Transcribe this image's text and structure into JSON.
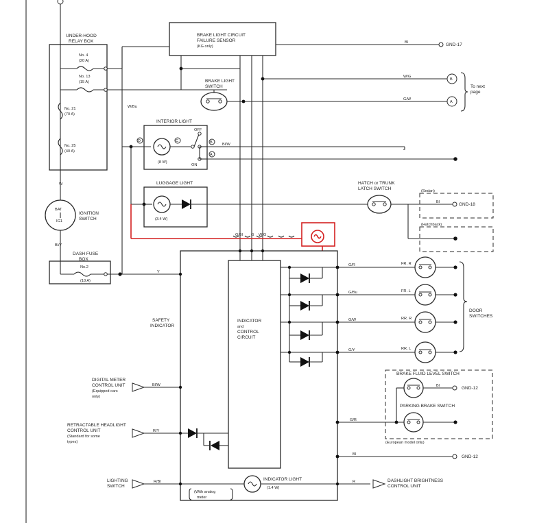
{
  "labels": {
    "relay_box": [
      "UNDER-HOOD",
      "RELAY BOX"
    ],
    "fuse_4": [
      "No. 4",
      "(20 A)"
    ],
    "fuse_13": [
      "No. 13",
      "(15 A)"
    ],
    "fuse_21": [
      "No. 21",
      "(70 A)"
    ],
    "fuse_25": [
      "No. 25",
      "(40 A)"
    ],
    "wire_w": "W",
    "wire_wbu": "W/Bu",
    "ignition_switch": [
      "IGNITION",
      "SWITCH"
    ],
    "bat": "BAT",
    "ig1": "IG1",
    "wire_bly": "Bl/Y",
    "dash_fuse_box": [
      "DASH FUSE",
      "BOX"
    ],
    "fuse_2": [
      "No.2",
      "(10 A)"
    ],
    "wire_y": "Y",
    "brake_sensor": [
      "BRAKE LIGHT CIRCUIT",
      "FAILURE SENSOR",
      "(KG only)"
    ],
    "wire_bl_top": "Bl",
    "gnd17": "GND-17",
    "brake_light_switch": [
      "BRAKE LIGHT",
      "SWITCH"
    ],
    "wire_wg": "W/G",
    "wire_gw": "G/W",
    "conn_b": "B",
    "conn_a": "A",
    "to_next_page": [
      "To next",
      "page"
    ],
    "interior_light": "INTERIOR LIGHT",
    "interior_watt": "(8 W)",
    "off": "OFF",
    "on": "ON",
    "term_d": "D",
    "term_c": "C",
    "term_b": "B",
    "term_a": "A",
    "wire_blw_int": "Bl/W",
    "luggage_light": "LUGGAGE LIGHT",
    "luggage_watt": "(3.4 W)",
    "hatch_switch": [
      "HATCH or TRUNK",
      "LATCH SWITCH"
    ],
    "sedan": "(Sedan)",
    "wire_bl_sedan": "Bl",
    "gnd18": "GND-18",
    "hatchback": "(Hatchback)",
    "wire_gbl": "G/Bl",
    "wire_g": "G",
    "wire_wg2": "W/G",
    "safety_indicator": [
      "SAFETY",
      "INDICATOR"
    ],
    "indicator_circuit": [
      "INDICATOR",
      "and",
      "CONTROL",
      "CIRCUIT"
    ],
    "wire_gr1": "G/R",
    "wire_gbu": "G/Bu",
    "wire_gw2": "G/W",
    "wire_gy": "G/Y",
    "fr_r": "FR. R",
    "fr_l": "FR. L",
    "rr_r": "RR. R",
    "rr_l": "RR. L",
    "door_switches": [
      "DOOR",
      "SWITCHES"
    ],
    "brake_fluid": "BRAKE FLUID LEVEL SWITCH",
    "wire_bl_fluid": "Bl",
    "gnd12a": "GND-12",
    "parking_brake": "PARKING BRAKE SWITCH",
    "wire_gr2": "G/R",
    "european": "(European model only)",
    "wire_bl_low": "Bl",
    "gnd12b": "GND-12",
    "digital_meter": [
      "DIGITAL METER",
      "CONTROL UNIT",
      "(Equipped cars",
      "only)"
    ],
    "wire_blw": "Bl/W",
    "headlight_unit": [
      "RETRACTABLE HEADLIGHT",
      "CONTROL UNIT",
      "(Standard for some",
      "types)"
    ],
    "wire_ry": "R/Y",
    "lighting_switch": [
      "LIGHTING",
      "SWITCH"
    ],
    "wire_rbl": "R/Bl",
    "indicator_light": "INDICATOR LIGHT",
    "indicator_watt": "(1.4 W)",
    "analog_meter": [
      "(With analog",
      "meter"
    ],
    "wire_r": "R",
    "dashlight": [
      "DASHLIGHT BRIGHTNESS",
      "CONTROL UNIT"
    ]
  },
  "colors": {
    "wire": "#2a2a2a",
    "highlight": "#d42020",
    "background": "#ffffff"
  }
}
